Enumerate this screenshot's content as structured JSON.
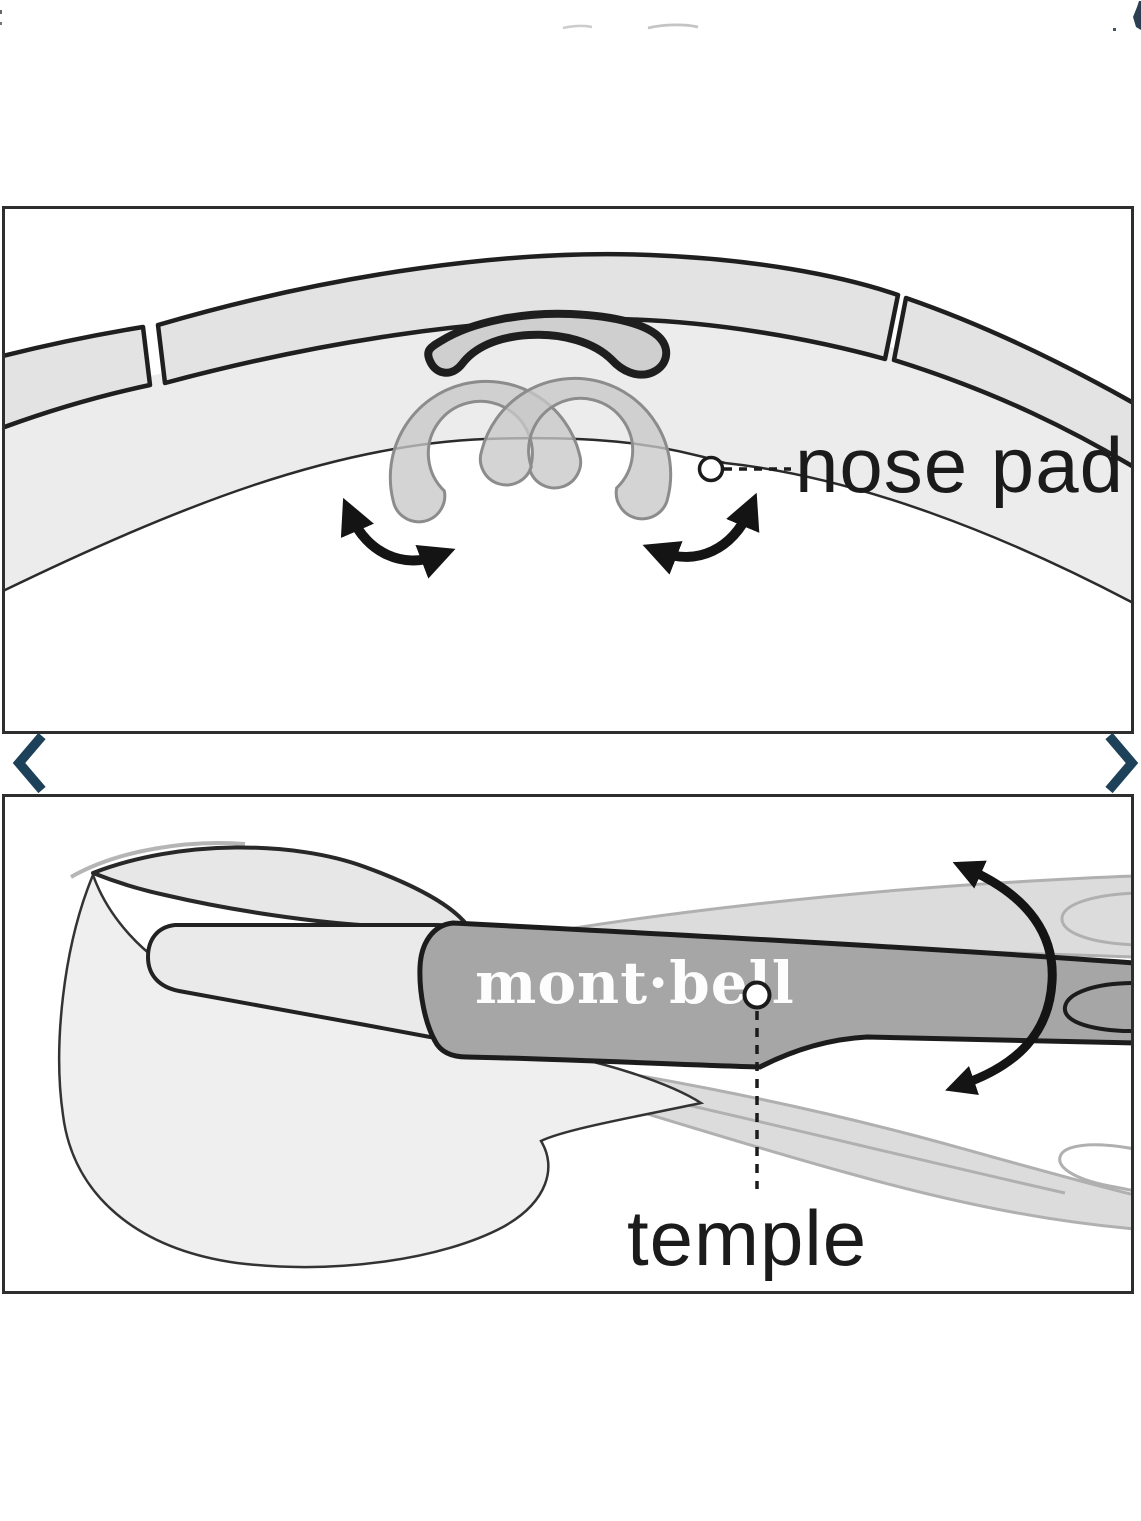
{
  "product_carousel": {
    "chevrons": {
      "prev": "chevron-left",
      "next": "chevron-right",
      "color": "#1d4159"
    },
    "slides": [
      {
        "id": "nose-pad-top-view",
        "description": "top view of sunglasses showing adjustable nose pad positions",
        "callout_label": "nose pad"
      },
      {
        "id": "temple-side-view",
        "description": "side view of sunglasses showing adjustable temple positions",
        "brand_text": "mont·bell",
        "callout_label": "temple"
      }
    ]
  },
  "colors": {
    "panel_border": "#2e2e2e",
    "line_black": "#1f1f1f",
    "accent_navy": "#1d4159",
    "lens_fill": "#ececec",
    "frame_fill": "#e3e3e3",
    "nose_pad_fill": "#c8c8c8",
    "temple_fill": "#a6a6a6",
    "ghost_fill": "#dcdcdc",
    "label_text": "#1b1b1b",
    "brand_text_color": "#fdfdfd"
  }
}
